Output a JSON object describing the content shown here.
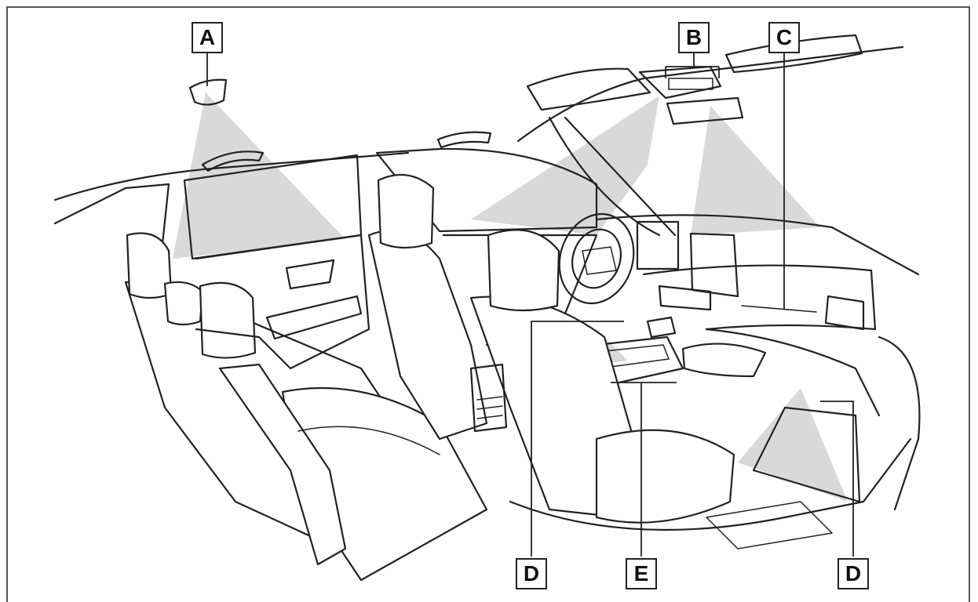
{
  "labels": {
    "a": "A",
    "b": "B",
    "c": "C",
    "d_left": "D",
    "e": "E",
    "d_right": "D"
  },
  "colors": {
    "line": "#222222",
    "light_beam": "#b9b9b9",
    "frame": "#555555"
  }
}
